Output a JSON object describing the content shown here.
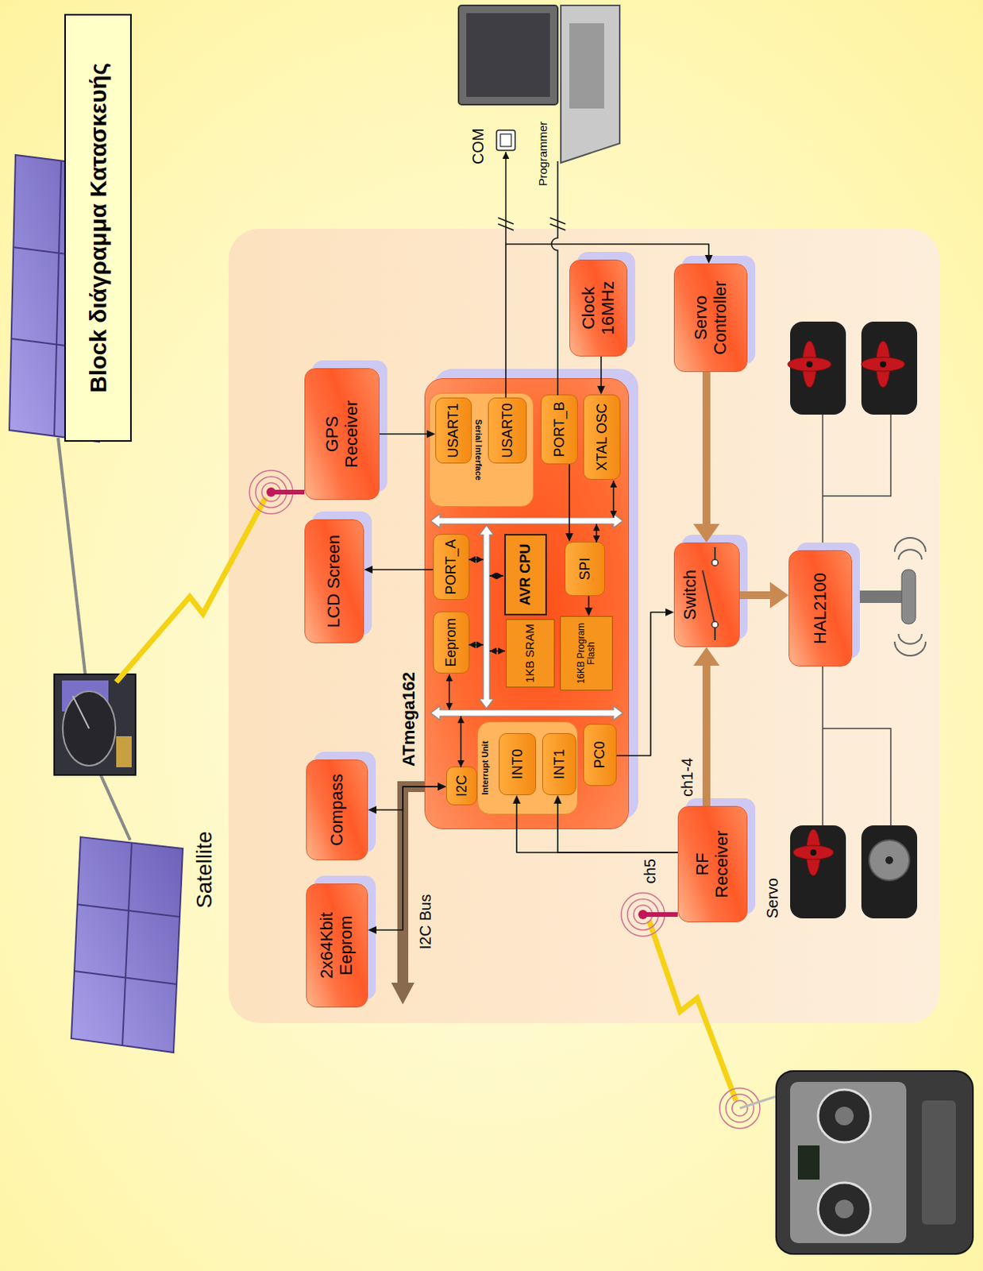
{
  "diagram": {
    "title": "Block διάγραμμα Κατασκευής",
    "nodes": [
      {
        "text": [
          "2x64Kbit Eeprom"
        ]
      },
      {
        "text": [
          "Compass"
        ]
      },
      {
        "text": [
          "LCD Screen"
        ]
      },
      {
        "text": [
          "GPS Receiver"
        ]
      },
      {
        "text": [
          "ATmega162"
        ]
      },
      {
        "text": [
          "Serial Interface"
        ],
        "in": 4
      },
      {
        "text": [
          "USART1"
        ],
        "in": 5
      },
      {
        "text": [
          "USART0"
        ],
        "in": 5
      },
      {
        "text": [
          "PORT_B"
        ],
        "in": 4
      },
      {
        "text": [
          "XTAL OSC"
        ],
        "in": 4
      },
      {
        "text": [
          "I2C"
        ],
        "in": 4
      },
      {
        "text": [
          "Eeprom"
        ],
        "in": 4
      },
      {
        "text": [
          "PORT_A"
        ],
        "in": 4
      },
      {
        "text": [
          "AVR CPU"
        ],
        "in": 4
      },
      {
        "text": [
          "SPI"
        ],
        "in": 4
      },
      {
        "text": [
          "1KB SRAM"
        ],
        "in": 4
      },
      {
        "text": [
          "16KB Program Flash"
        ],
        "in": 4
      },
      {
        "text": [
          "Interrupt Unit"
        ],
        "in": 4
      },
      {
        "text": [
          "INT0"
        ],
        "in": 17
      },
      {
        "text": [
          "INT1"
        ],
        "in": 17
      },
      {
        "text": [
          "PC0"
        ],
        "in": 4
      },
      {
        "text": [
          "Clock 16MHz"
        ]
      },
      {
        "text": [
          "RF Receiver"
        ]
      },
      {
        "text": [
          "Switch"
        ]
      },
      {
        "text": [
          "Servo Controller"
        ]
      },
      {
        "text": [
          "HAL2100"
        ]
      }
    ],
    "edges": [
      {
        "from": 0,
        "to": 10,
        "arrow": "both"
      },
      {
        "from": 1,
        "to": 10,
        "arrow": "both"
      },
      {
        "from": 3,
        "to": 6,
        "arrow": "to"
      },
      {
        "from": 12,
        "to": 2,
        "arrow": "to"
      },
      {
        "from": 7,
        "to": 24,
        "arrow": "to"
      },
      {
        "from": 8,
        "to": 14,
        "arrow": "to"
      },
      {
        "from": 14,
        "to": 16,
        "arrow": "to"
      },
      {
        "from": 21,
        "to": 9,
        "arrow": "to"
      },
      {
        "from": 24,
        "to": 23,
        "arrow": "to"
      },
      {
        "from": 22,
        "to": 23,
        "label": "ch1-4",
        "arrow": "to"
      },
      {
        "from": 23,
        "to": 25,
        "arrow": "to"
      },
      {
        "from": 22,
        "to": 18,
        "label": "ch5",
        "arrow": "to"
      },
      {
        "from": 22,
        "to": 19,
        "arrow": "to"
      },
      {
        "from": 20,
        "to": 23,
        "arrow": "to"
      }
    ],
    "labels": [
      "Satellite",
      "I2C Bus",
      "Servo",
      "COM",
      "Programmer"
    ]
  }
}
